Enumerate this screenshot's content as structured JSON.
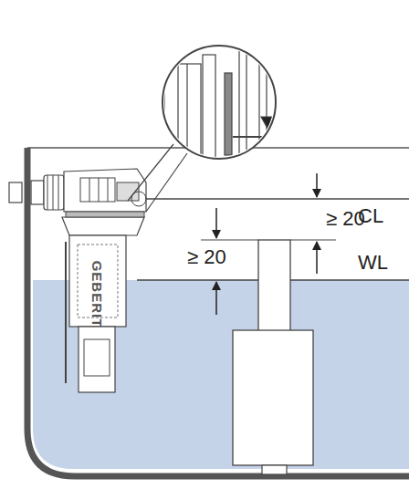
{
  "diagram": {
    "labels": [
      "CL",
      "≥ 20",
      "≥ 20",
      "WL",
      "GEBERIT"
    ]
  }
}
